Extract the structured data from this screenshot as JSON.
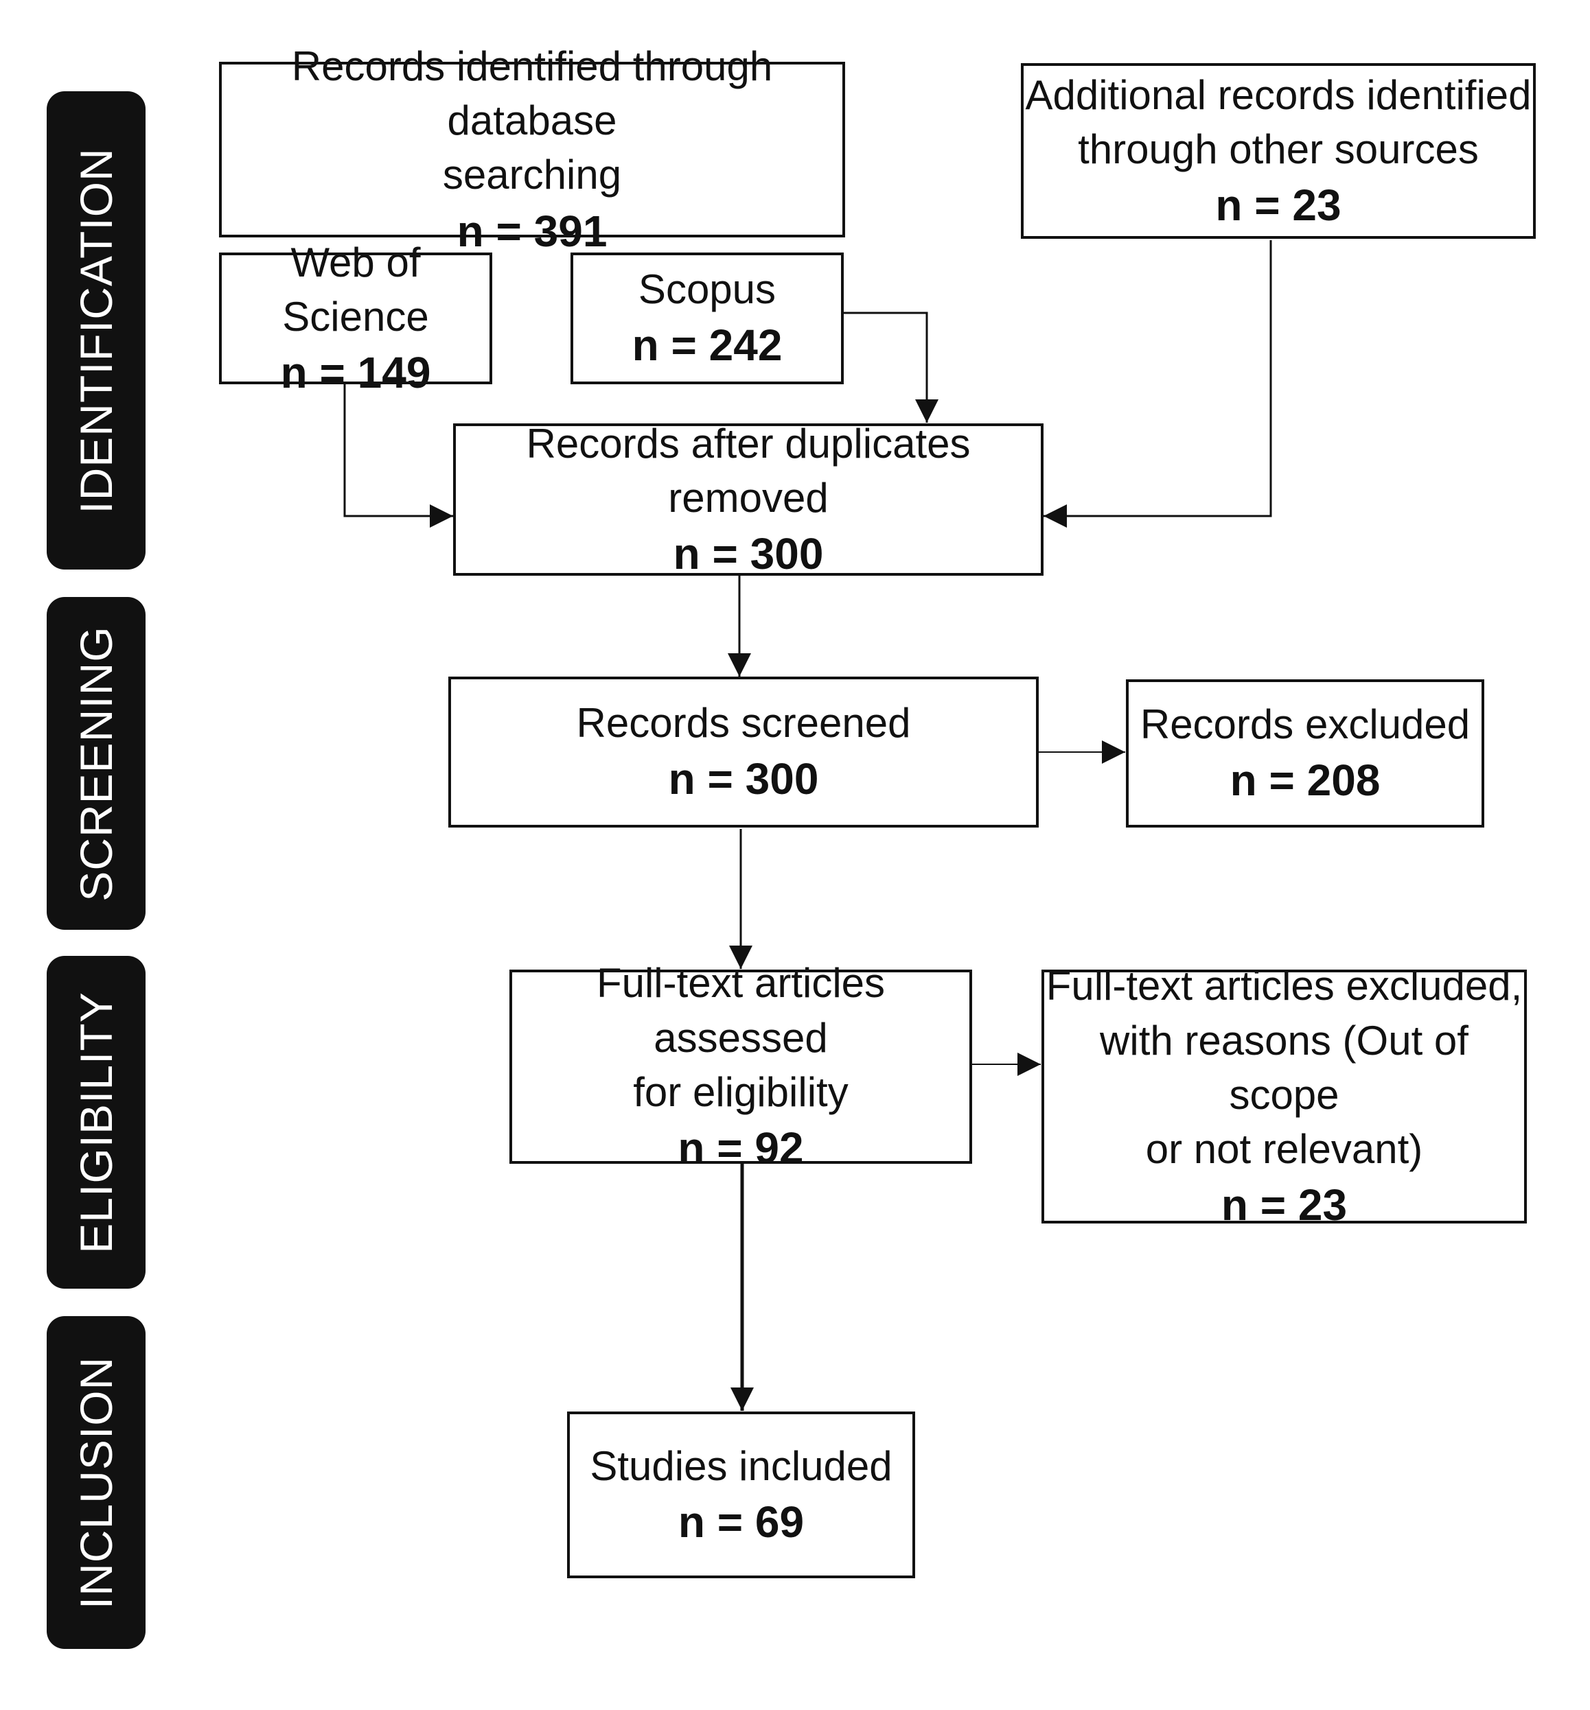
{
  "phases": {
    "identification": "IDENTIFICATION",
    "screening": "SCREENING",
    "eligibility": "ELIGIBILITY",
    "inclusion": "INCLUSION"
  },
  "boxes": {
    "database": {
      "label": "Records identified through database\nsearching",
      "count": "n = 391"
    },
    "other_sources": {
      "label": "Additional records identified\nthrough other sources",
      "count": "n = 23"
    },
    "wos": {
      "label": "Web of Science",
      "count": "n = 149"
    },
    "scopus": {
      "label": "Scopus",
      "count": "n = 242"
    },
    "dedup": {
      "label": "Records after duplicates removed",
      "count": "n = 300"
    },
    "screened": {
      "label": "Records screened",
      "count": "n = 300"
    },
    "excluded": {
      "label": "Records excluded",
      "count": "n = 208"
    },
    "fulltext": {
      "label": "Full-text articles assessed\nfor eligibility",
      "count": "n = 92"
    },
    "fulltext_excluded": {
      "label": "Full-text articles excluded,\nwith reasons (Out of scope\nor not relevant)",
      "count": "n = 23"
    },
    "included": {
      "label": "Studies included",
      "count": "n = 69"
    }
  }
}
